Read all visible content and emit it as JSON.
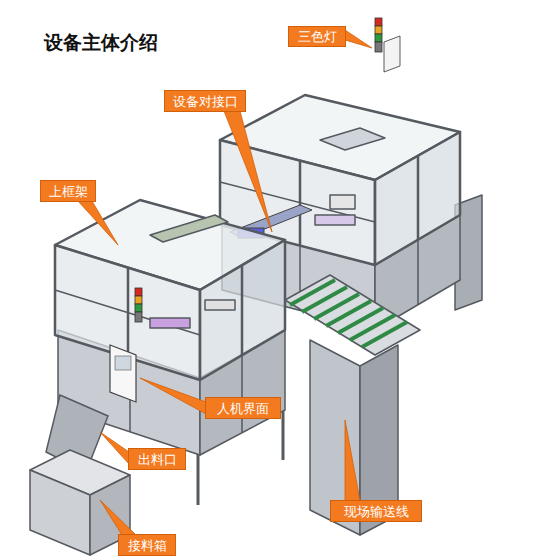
{
  "diagram": {
    "title": "设备主体介绍",
    "nodes": [
      {
        "text": [
          "三色灯"
        ]
      },
      {
        "text": [
          "设备对接口"
        ]
      },
      {
        "text": [
          "上框架"
        ]
      },
      {
        "text": [
          "人机界面"
        ]
      },
      {
        "text": [
          "出料口"
        ]
      },
      {
        "text": [
          "现场输送线"
        ]
      },
      {
        "text": [
          "接料箱"
        ]
      }
    ]
  }
}
